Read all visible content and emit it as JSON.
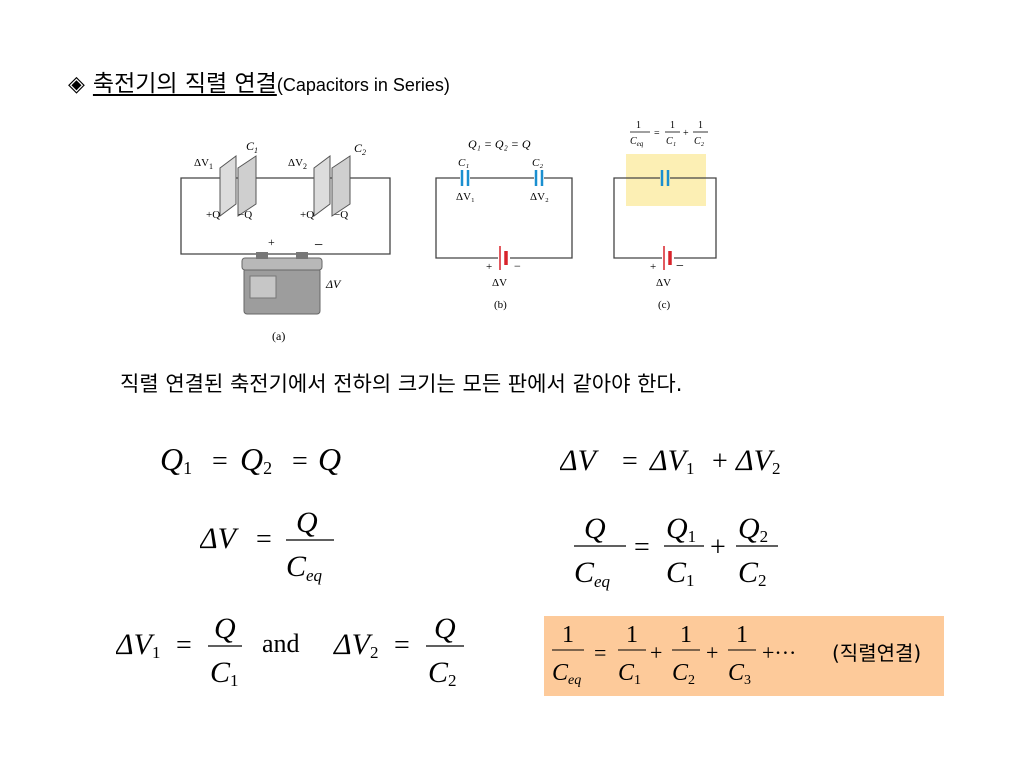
{
  "title": {
    "bullet": "◈",
    "korean": "축전기의 직렬 연결",
    "english": "(Capacitors in Series)"
  },
  "statement": "직렬 연결된 축전기에서 전하의 크기는 모든 판에서 같아야 한다.",
  "figures": {
    "a": {
      "c1": "C",
      "c1_sub": "1",
      "c2": "C",
      "c2_sub": "2",
      "dv1": "ΔV",
      "dv1_sub": "1",
      "dv2": "ΔV",
      "dv2_sub": "2",
      "charge_pos": "+Q",
      "charge_neg": "−Q",
      "battery_plus": "+",
      "battery_minus": "−",
      "dv": "ΔV",
      "caption": "(a)"
    },
    "b": {
      "top_label": "Q₁ = Q₂ = Q",
      "c1": "C₁",
      "c2": "C₂",
      "dv1": "ΔV₁",
      "dv2": "ΔV₂",
      "battery_plus": "+",
      "battery_minus": "−",
      "dv": "ΔV",
      "caption": "(b)"
    },
    "c": {
      "one": "1",
      "ceq_c": "C",
      "ceq_sub": "eq",
      "c1": "C₁",
      "c2": "C₂",
      "eq": "=",
      "plus": "+",
      "battery_plus": "+",
      "battery_minus": "−",
      "dv": "ΔV",
      "caption": "(c)"
    }
  },
  "equations": {
    "charge": {
      "q": "Q",
      "s1": "1",
      "s2": "2",
      "eq": "="
    },
    "voltage_sum": {
      "dv": "ΔV",
      "s1": "1",
      "s2": "2",
      "eq": "=",
      "plus": "+"
    },
    "dv_total": {
      "dv": "ΔV",
      "q": "Q",
      "c": "C",
      "sub": "eq",
      "eq": "="
    },
    "q_over_c": {
      "q": "Q",
      "c": "C",
      "sub": "eq",
      "s1": "1",
      "s2": "2",
      "eq": "=",
      "plus": "+"
    },
    "dv_parts": {
      "dv": "ΔV",
      "q": "Q",
      "c": "C",
      "s1": "1",
      "s2": "2",
      "eq": "=",
      "and": "and"
    },
    "series_rule": {
      "one": "1",
      "c": "C",
      "sub": "eq",
      "s1": "1",
      "s2": "2",
      "s3": "3",
      "eq": "=",
      "plus": "+",
      "dots": "+···",
      "note": "(직렬연결)"
    }
  },
  "colors": {
    "capacitor_blue": "#1a8fd0",
    "battery_red": "#d8232a",
    "highlight_yellow": "#fcefb4",
    "rule_box_orange": "#fdca9a"
  }
}
